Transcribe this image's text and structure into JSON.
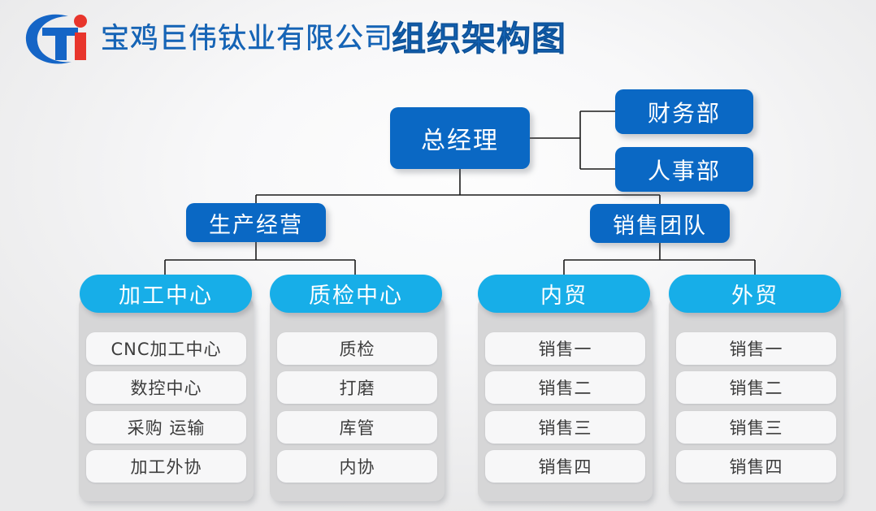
{
  "header": {
    "logo_name": "company-logo-ti",
    "company_name": "宝鸡巨伟钛业有限公司",
    "chart_title": "组织架构图"
  },
  "colors": {
    "primary_blue": "#0a68c4",
    "accent_cyan": "#17aee8",
    "panel_gray": "#d6d6d7",
    "leaf_white": "#f7f7f8",
    "title_blue": "#1565b8",
    "logo_red": "#e8352c",
    "connector": "#1a1a1a"
  },
  "chart_data": {
    "type": "diagram",
    "title": "宝鸡巨伟钛业有限公司组织架构图",
    "root": "总经理",
    "levels": 4,
    "nodes": {
      "root": {
        "label": "总经理"
      },
      "staff": [
        {
          "label": "财务部"
        },
        {
          "label": "人事部"
        }
      ],
      "divisions": [
        {
          "label": "生产经营"
        },
        {
          "label": "销售团队"
        }
      ],
      "departments": [
        {
          "label": "加工中心",
          "parent": "生产经营",
          "items": [
            "CNC加工中心",
            "数控中心",
            "采购 运输",
            "加工外协"
          ]
        },
        {
          "label": "质检中心",
          "parent": "生产经营",
          "items": [
            "质检",
            "打磨",
            "库管",
            "内协"
          ]
        },
        {
          "label": "内贸",
          "parent": "销售团队",
          "items": [
            "销售一",
            "销售二",
            "销售三",
            "销售四"
          ]
        },
        {
          "label": "外贸",
          "parent": "销售团队",
          "items": [
            "销售一",
            "销售二",
            "销售三",
            "销售四"
          ]
        }
      ]
    }
  }
}
